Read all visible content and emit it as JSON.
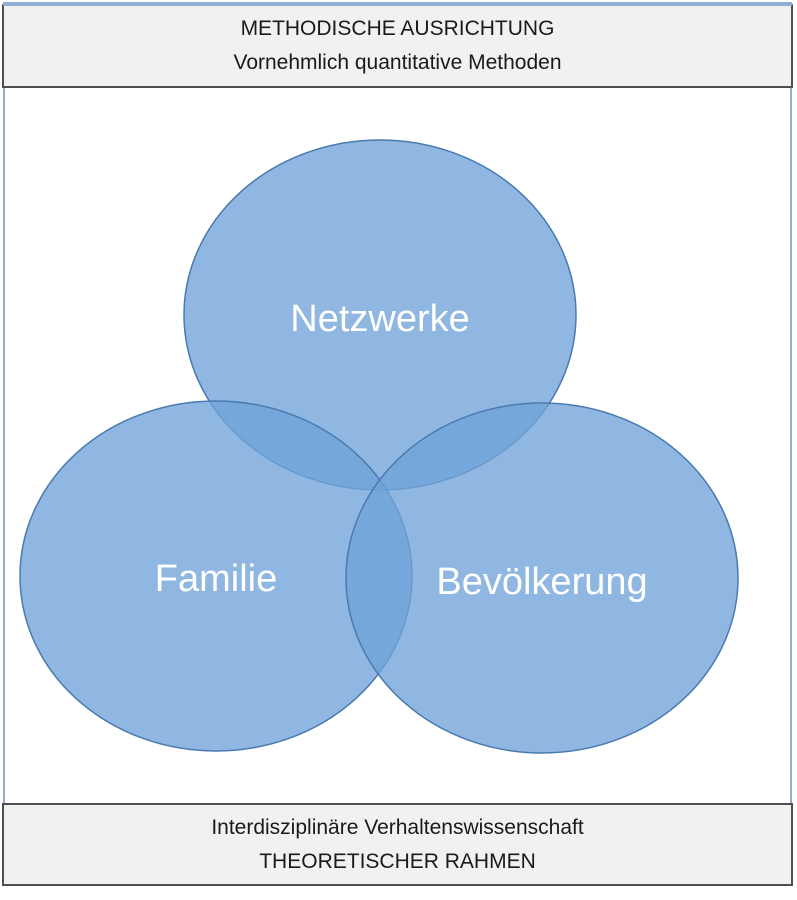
{
  "top_band": {
    "line1": "METHODISCHE AUSRICHTUNG",
    "line2": "Vornehmlich quantitative Methoden"
  },
  "venn": {
    "fill_color": "#6fa3d8",
    "stroke_color": "#4a7ab0",
    "label_color": "#ffffff",
    "circles": [
      {
        "label": "Netzwerke"
      },
      {
        "label": "Familie"
      },
      {
        "label": "Bevölkerung"
      }
    ]
  },
  "bottom_band": {
    "line1": "Interdisziplinäre Verhaltenswissenschaft",
    "line2": "THEORETISCHER RAHMEN"
  }
}
